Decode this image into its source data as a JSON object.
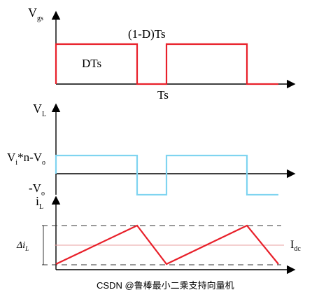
{
  "colors": {
    "gate": "#e8202a",
    "voltage": "#7fd4f0",
    "current": "#e8202a",
    "ripple_band": "#e8a0a0",
    "axis": "#000000",
    "dashed": "#333333",
    "watermark": "#b0b0b0"
  },
  "gate_panel": {
    "axis_label_main": "V",
    "axis_label_sub": "gs",
    "on_label": "DTs",
    "off_label": "(1-D)Ts",
    "period_label": "Ts"
  },
  "voltage_panel": {
    "axis_label_main": "V",
    "axis_label_sub": "L",
    "high_label_a": "V",
    "high_label_a_sub": "i",
    "high_label_b": "*n-V",
    "high_label_b_sub": "o",
    "low_label": "-V",
    "low_label_sub": "o"
  },
  "current_panel": {
    "axis_label_main": "i",
    "axis_label_sub": "L",
    "ripple_label": "Δi",
    "ripple_label_sub": "L",
    "dc_label": "I",
    "dc_label_sub": "dc"
  },
  "watermark": "CSDN @鲁棒最小二乘支持向量机"
}
